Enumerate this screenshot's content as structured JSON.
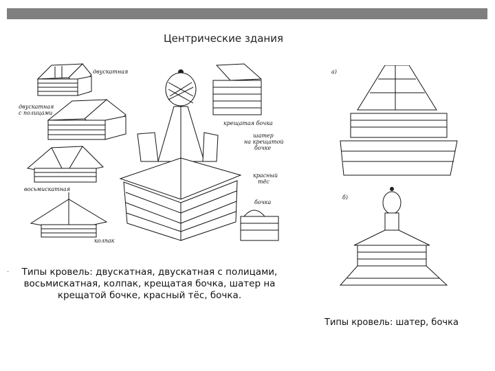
{
  "slide": {
    "title": "Центрические здания",
    "caption_left": "Типы кровель: двускатная, двускатная с полицами, восьмискатная, колпак, крещатая бочка, шатер на крещатой бочке, красный тёс, бочка.",
    "caption_right": "Типы кровель: шатер, бочка",
    "bullet": "·"
  },
  "labels": {
    "dvuskatnaya": "двускатная",
    "s_policami_1": "двускатная",
    "s_policami_2": "с полицами",
    "vosmiskatnaya": "восьмискатная",
    "kolpak": "колпак",
    "kreshchataya": "крещатая бочка",
    "shater_1": "шатер",
    "shater_2": "на крещатой",
    "shater_3": "бочке",
    "krasny_1": "красный",
    "krasny_2": "тёс",
    "bochka": "бочка",
    "fig_a": "а)",
    "fig_b": "б)"
  }
}
